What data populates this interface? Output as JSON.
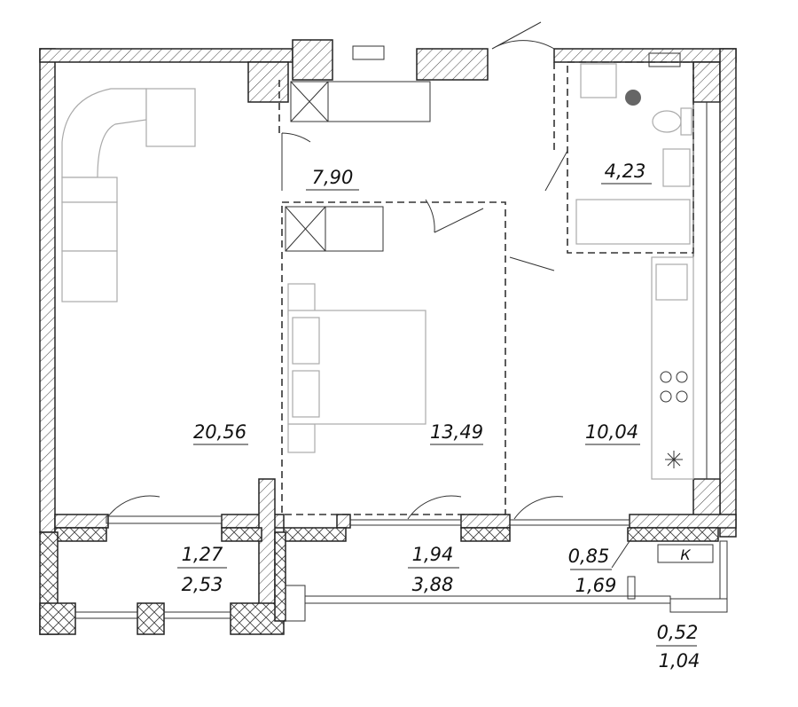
{
  "plan": {
    "rooms": [
      {
        "id": "hall",
        "area": "7,90"
      },
      {
        "id": "bathroom",
        "area": "4,23"
      },
      {
        "id": "living-room",
        "area": "20,56"
      },
      {
        "id": "bedroom",
        "area": "13,49"
      },
      {
        "id": "kitchen",
        "area": "10,04"
      }
    ],
    "loggias": [
      {
        "id": "loggia-left",
        "area_reduced": "1,27",
        "area_full": "2,53"
      },
      {
        "id": "balcony-middle",
        "area_reduced": "1,94",
        "area_full": "3,88"
      },
      {
        "id": "balcony-right",
        "area_reduced": "0,85",
        "area_full": "1,69"
      },
      {
        "id": "balcony-ac",
        "area_reduced": "0,52",
        "area_full": "1,04"
      }
    ],
    "ac_label": "К"
  }
}
